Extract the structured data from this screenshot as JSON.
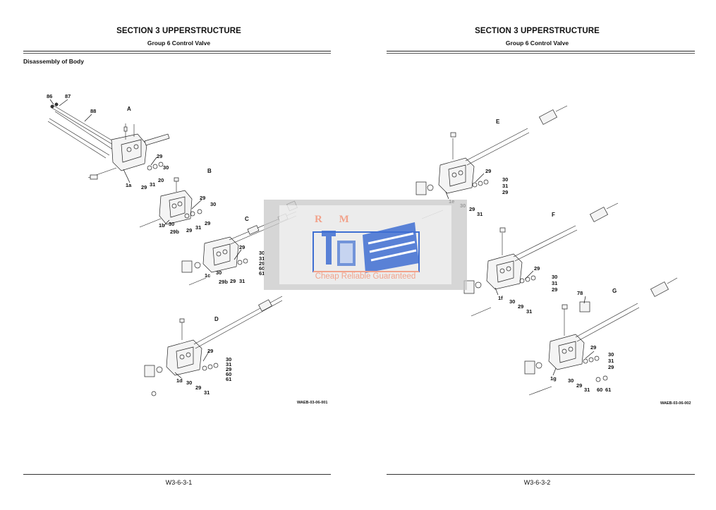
{
  "left_page": {
    "section_title": "SECTION 3 UPPERSTRUCTURE",
    "group_title": "Group 6 Control Valve",
    "heading": "Disassembly of Body",
    "figure_code": "WAEB-03-06-001",
    "page_number": "W3-6-3-1",
    "callouts": [
      "86",
      "87",
      "88",
      "A",
      "1a",
      "29",
      "30",
      "20",
      "31",
      "29",
      "B",
      "29",
      "30",
      "30",
      "1b",
      "29b",
      "29",
      "31",
      "29",
      "C",
      "29",
      "30",
      "31",
      "29",
      "60",
      "61",
      "1c",
      "30",
      "29b",
      "29",
      "31",
      "D",
      "29",
      "30",
      "31",
      "29",
      "60",
      "61",
      "1d",
      "30",
      "29",
      "31"
    ]
  },
  "right_page": {
    "section_title": "SECTION 3 UPPERSTRUCTURE",
    "group_title": "Group 6 Control Valve",
    "figure_code": "WAEB-03-06-002",
    "page_number": "W3-6-3-2",
    "callouts": [
      "E",
      "29",
      "30",
      "31",
      "29",
      "1e",
      "30",
      "29",
      "31",
      "F",
      "29",
      "30",
      "31",
      "29",
      "1f",
      "30",
      "29",
      "31",
      "78",
      "G",
      "29",
      "30",
      "31",
      "29",
      "1g",
      "30",
      "29",
      "31",
      "60",
      "61"
    ]
  },
  "watermark": {
    "letters": "R M",
    "tagline": "Cheap Reliable Guaranteed",
    "color": "#f2a38c",
    "logo_color": "#3f6fd2"
  }
}
